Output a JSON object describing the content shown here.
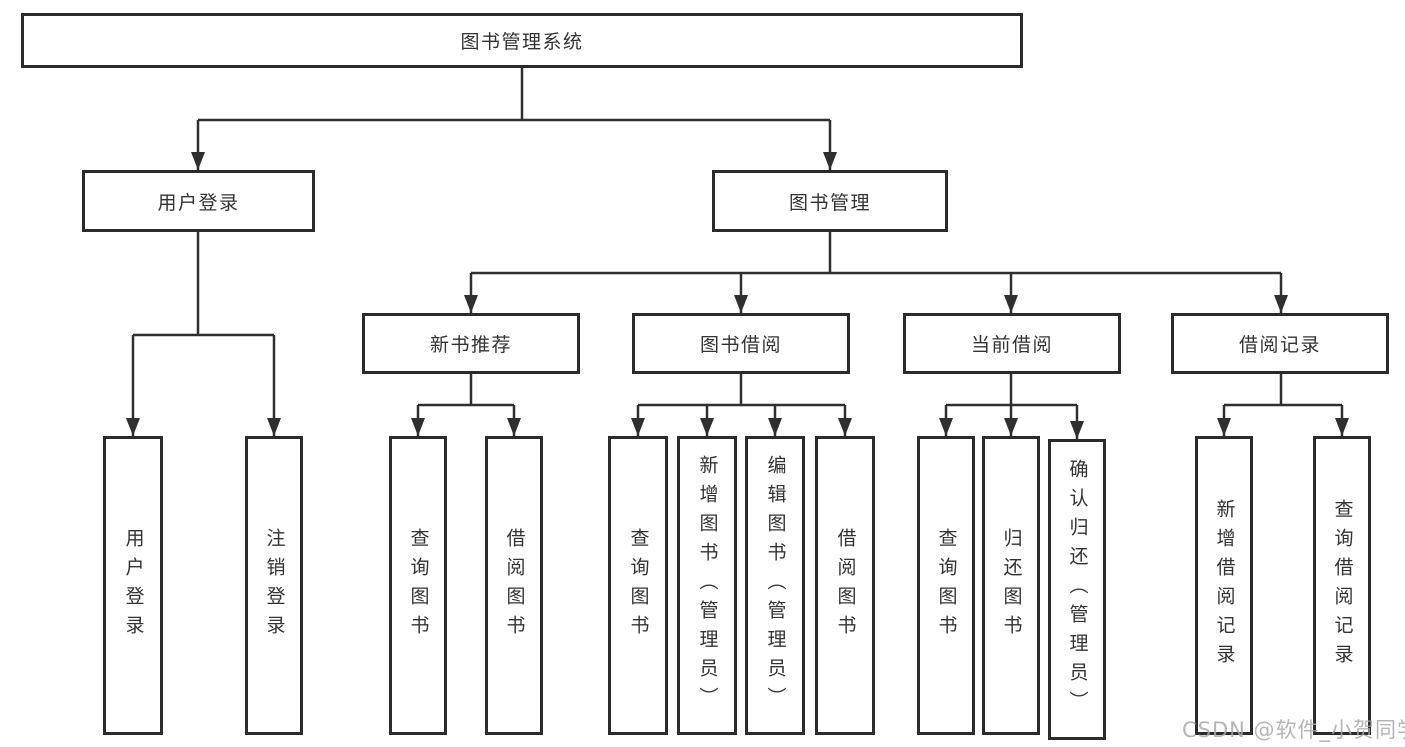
{
  "title": "图书管理系统",
  "colors": {
    "background": "#ffffff",
    "line": "#2f2f2f",
    "box_border": "#2b2b2b",
    "text": "#333333",
    "watermark": "#a8a8aa"
  },
  "watermark": "CSDN @软件_小贺同学",
  "diagram": {
    "type": "hierarchy-tree",
    "nodes": [
      {
        "id": "root",
        "label": "图书管理系统",
        "level": 1,
        "text_orientation": "horizontal"
      },
      {
        "id": "userlogin",
        "label": "用户登录",
        "level": 2,
        "text_orientation": "horizontal"
      },
      {
        "id": "bookmgmt",
        "label": "图书管理",
        "level": 2,
        "text_orientation": "horizontal"
      },
      {
        "id": "newrec",
        "label": "新书推荐",
        "level": 3,
        "text_orientation": "horizontal"
      },
      {
        "id": "borrow",
        "label": "图书借阅",
        "level": 3,
        "text_orientation": "horizontal"
      },
      {
        "id": "current",
        "label": "当前借阅",
        "level": 3,
        "text_orientation": "horizontal"
      },
      {
        "id": "records",
        "label": "借阅记录",
        "level": 3,
        "text_orientation": "horizontal"
      },
      {
        "id": "login",
        "label": "用户登录",
        "level": 4,
        "text_orientation": "vertical"
      },
      {
        "id": "logout",
        "label": "注销登录",
        "level": 4,
        "text_orientation": "vertical"
      },
      {
        "id": "query1",
        "label": "查询图书",
        "level": 4,
        "text_orientation": "vertical"
      },
      {
        "id": "lend1",
        "label": "借阅图书",
        "level": 4,
        "text_orientation": "vertical"
      },
      {
        "id": "query2",
        "label": "查询图书",
        "level": 4,
        "text_orientation": "vertical"
      },
      {
        "id": "addbook",
        "label": "新增图书（管理员）",
        "level": 4,
        "text_orientation": "vertical"
      },
      {
        "id": "editbook",
        "label": "编辑图书（管理员）",
        "level": 4,
        "text_orientation": "vertical"
      },
      {
        "id": "lend2",
        "label": "借阅图书",
        "level": 4,
        "text_orientation": "vertical"
      },
      {
        "id": "query3",
        "label": "查询图书",
        "level": 4,
        "text_orientation": "vertical"
      },
      {
        "id": "return",
        "label": "归还图书",
        "level": 4,
        "text_orientation": "vertical"
      },
      {
        "id": "confirm",
        "label": "确认归还（管理员）",
        "level": 4,
        "text_orientation": "vertical"
      },
      {
        "id": "addrec",
        "label": "新增借阅记录",
        "level": 4,
        "text_orientation": "vertical"
      },
      {
        "id": "queryrec",
        "label": "查询借阅记录",
        "level": 4,
        "text_orientation": "vertical"
      }
    ],
    "edges": [
      {
        "from": "root",
        "to": [
          "userlogin",
          "bookmgmt"
        ]
      },
      {
        "from": "userlogin",
        "to": [
          "login",
          "logout"
        ]
      },
      {
        "from": "bookmgmt",
        "to": [
          "newrec",
          "borrow",
          "current",
          "records"
        ]
      },
      {
        "from": "newrec",
        "to": [
          "query1",
          "lend1"
        ]
      },
      {
        "from": "borrow",
        "to": [
          "query2",
          "addbook",
          "editbook",
          "lend2"
        ]
      },
      {
        "from": "current",
        "to": [
          "query3",
          "return",
          "confirm"
        ]
      },
      {
        "from": "records",
        "to": [
          "addrec",
          "queryrec"
        ]
      }
    ]
  }
}
